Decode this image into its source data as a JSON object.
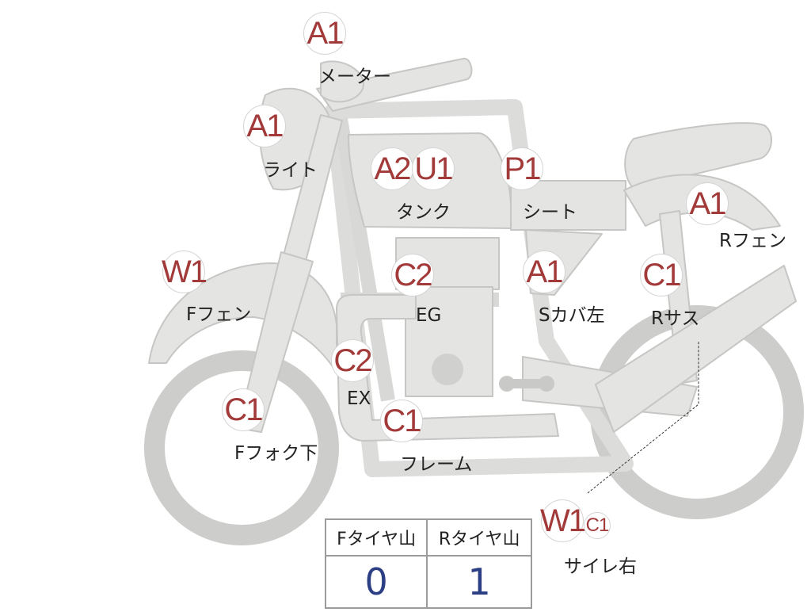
{
  "parts": [
    {
      "id": "meter",
      "codes": [
        "A1"
      ],
      "label": "メーター"
    },
    {
      "id": "light",
      "codes": [
        "A1"
      ],
      "label": "ライト"
    },
    {
      "id": "tank",
      "codes": [
        "A2",
        "U1"
      ],
      "label": "タンク"
    },
    {
      "id": "seat",
      "codes": [
        "P1"
      ],
      "label": "シート"
    },
    {
      "id": "rear-fender",
      "codes": [
        "A1"
      ],
      "label": "Rフェン"
    },
    {
      "id": "front-fender",
      "codes": [
        "W1"
      ],
      "label": "Fフェン"
    },
    {
      "id": "engine",
      "codes": [
        "C2"
      ],
      "label": "EG"
    },
    {
      "id": "side-cover-left",
      "codes": [
        "A1"
      ],
      "label": "Sカバ左"
    },
    {
      "id": "rear-suspension",
      "codes": [
        "C1"
      ],
      "label": "Rサス"
    },
    {
      "id": "exhaust",
      "codes": [
        "C2"
      ],
      "label": "EX"
    },
    {
      "id": "front-fork-lower",
      "codes": [
        "C1"
      ],
      "label": "Fフォク下"
    },
    {
      "id": "frame",
      "codes": [
        "C1"
      ],
      "label": "フレーム"
    },
    {
      "id": "silencer-right",
      "codes": [
        "W1",
        "C1"
      ],
      "label": "サイレ右"
    }
  ],
  "tire_tread": {
    "headers": [
      "Fタイヤ山",
      "Rタイヤ山"
    ],
    "values": [
      "0",
      "1"
    ]
  },
  "colors": {
    "body_fill": "#e4e4e2",
    "body_stroke": "#c6c6c4",
    "code_text": "#a23a3a",
    "tread_value": "#2d3f84"
  }
}
